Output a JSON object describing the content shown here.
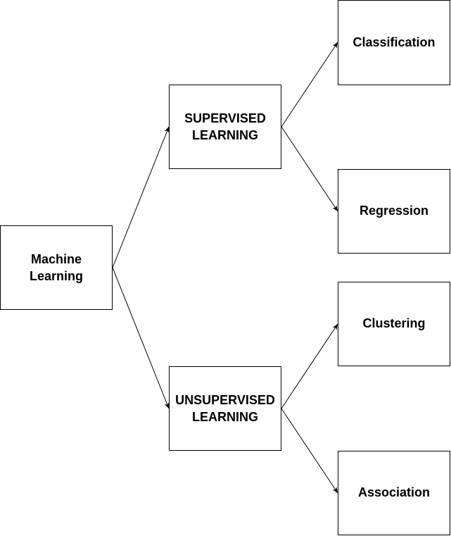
{
  "diagram": {
    "colors": {
      "stroke": "#000000",
      "fill": "#ffffff",
      "text": "#000000"
    },
    "nodes": {
      "machine_learning": "Machine\nLearning",
      "supervised": "SUPERVISED\nLEARNING",
      "unsupervised": "UNSUPERVISED\nLEARNING",
      "classification": "Classification",
      "regression": "Regression",
      "clustering": "Clustering",
      "association": "Association"
    },
    "edges": [
      {
        "from": "machine_learning",
        "to": "supervised"
      },
      {
        "from": "machine_learning",
        "to": "unsupervised"
      },
      {
        "from": "supervised",
        "to": "classification"
      },
      {
        "from": "supervised",
        "to": "regression"
      },
      {
        "from": "unsupervised",
        "to": "clustering"
      },
      {
        "from": "unsupervised",
        "to": "association"
      }
    ]
  }
}
